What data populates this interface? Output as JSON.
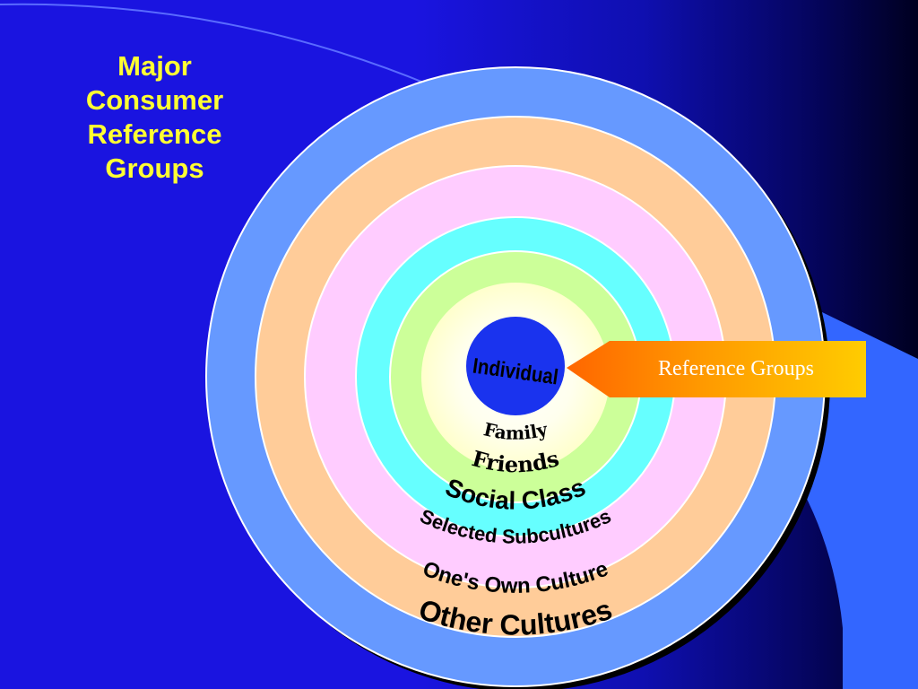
{
  "slide": {
    "title_lines": [
      "Major",
      "Consumer",
      "Reference",
      "Groups"
    ]
  },
  "diagram": {
    "rings": [
      {
        "label": "Other Cultures",
        "color": "#6699ff"
      },
      {
        "label": "One's Own Culture",
        "color": "#ffcc99"
      },
      {
        "label": "Selected Subcultures",
        "color": "#ffccff"
      },
      {
        "label": "Social Class",
        "color": "#66ffff"
      },
      {
        "label": "Friends",
        "color": "#ccff99"
      },
      {
        "label": "Family",
        "color": "#ffffcc"
      }
    ],
    "center": {
      "label": "Individual",
      "color": "#1a33ee"
    },
    "callout": {
      "label": "Reference Groups",
      "color": "#ffcc00"
    }
  }
}
